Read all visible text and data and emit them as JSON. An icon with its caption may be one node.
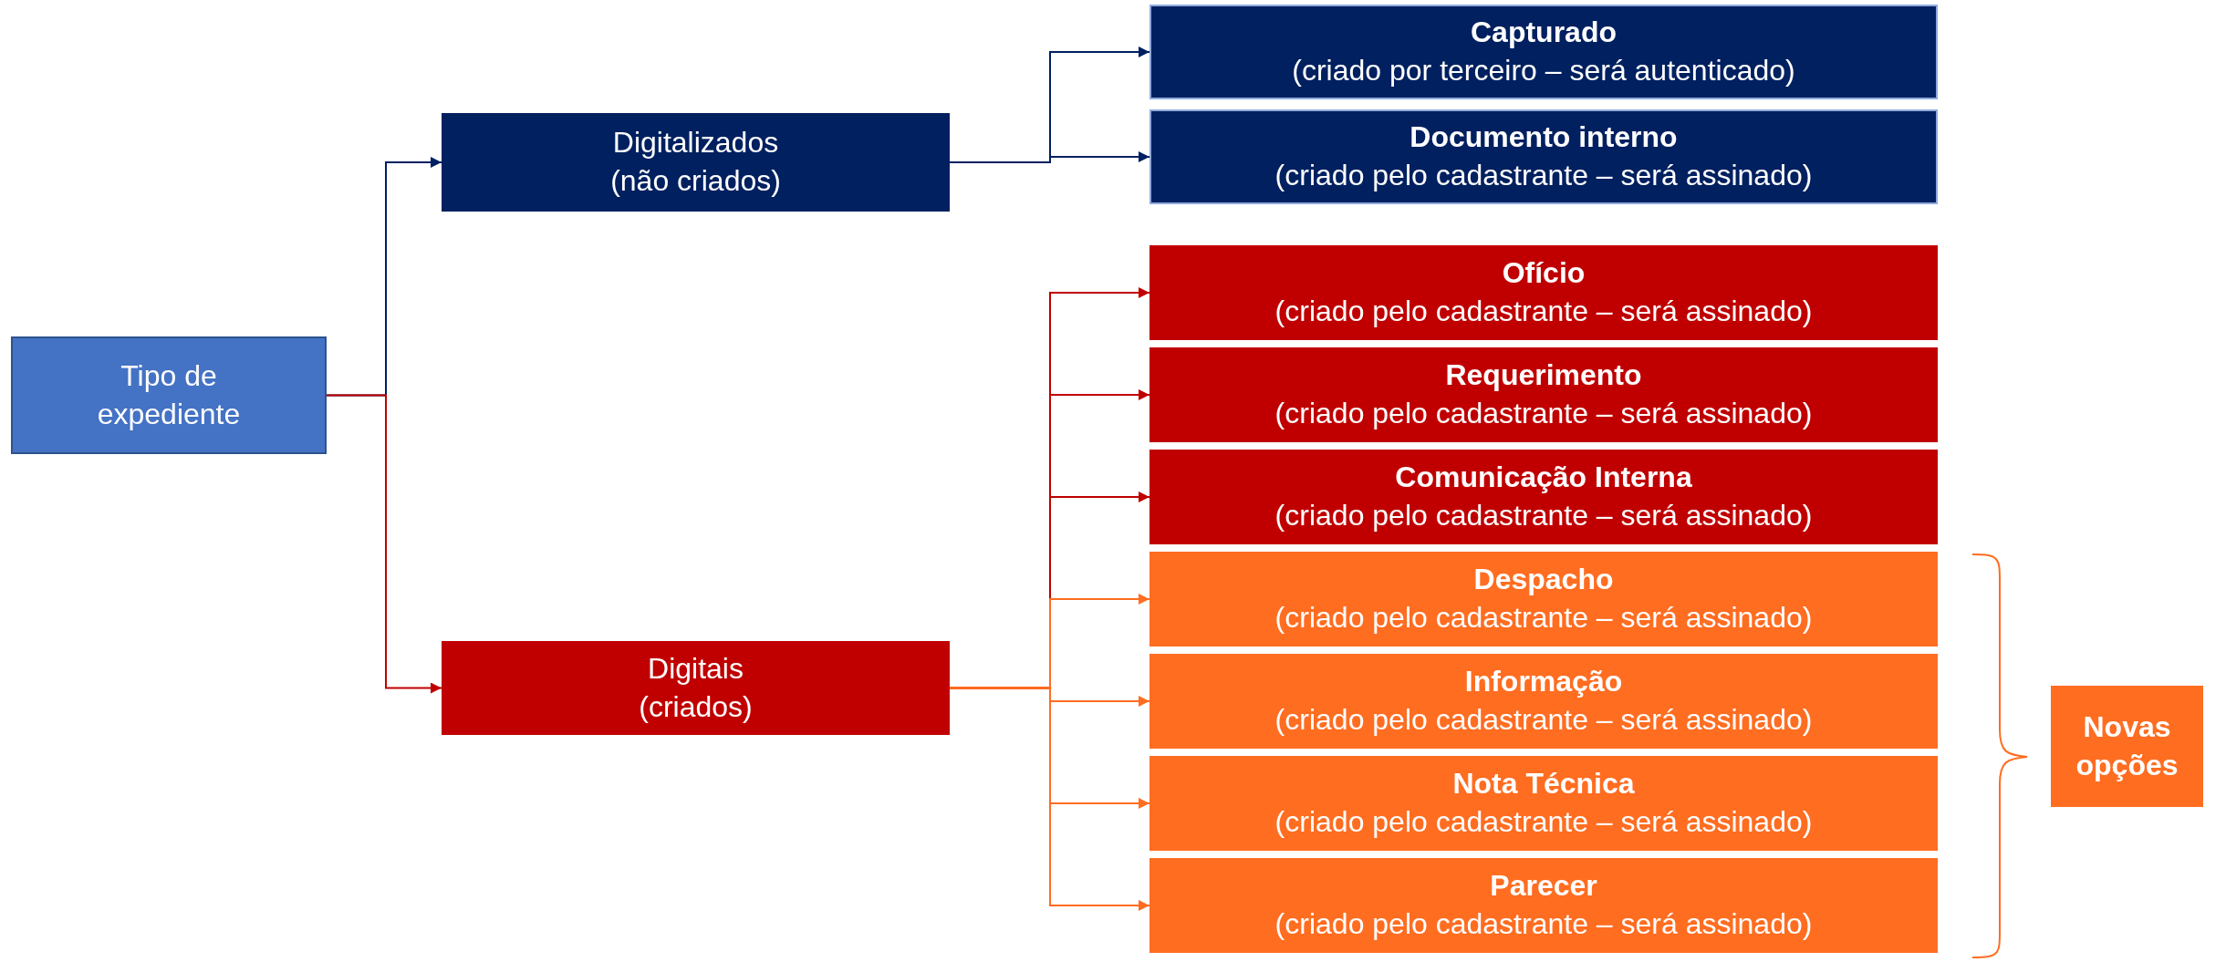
{
  "diagram": {
    "nodes": [
      {
        "text": [
          "Tipo de expediente"
        ]
      },
      {
        "text": [
          "Digitalizados",
          "(não criados)"
        ]
      },
      {
        "text": [
          "Digitais",
          "(criados)"
        ]
      },
      {
        "text": [
          "Capturado",
          "(criado por terceiro – será autenticado)"
        ]
      },
      {
        "text": [
          "Documento interno",
          "(criado pelo cadastrante – será assinado)"
        ]
      },
      {
        "text": [
          "Ofício",
          "(criado pelo cadastrante – será assinado)"
        ]
      },
      {
        "text": [
          "Requerimento",
          "(criado pelo cadastrante – será assinado)"
        ]
      },
      {
        "text": [
          "Comunicação Interna",
          "(criado pelo cadastrante – será assinado)"
        ]
      },
      {
        "text": [
          "Despacho",
          "(criado pelo cadastrante – será assinado)"
        ]
      },
      {
        "text": [
          "Informação",
          "(criado pelo cadastrante – será assinado)"
        ]
      },
      {
        "text": [
          "Nota Técnica",
          "(criado pelo cadastrante – será assinado)"
        ]
      },
      {
        "text": [
          "Parecer",
          "(criado pelo cadastrante – será assinado)"
        ]
      },
      {
        "text": [
          "Novas opções"
        ]
      }
    ],
    "edges": [
      {
        "from": 0,
        "to": 1,
        "arrow": "to",
        "color": "#002060"
      },
      {
        "from": 0,
        "to": 2,
        "arrow": "to",
        "color": "#c00000"
      },
      {
        "from": 1,
        "to": 3,
        "arrow": "to",
        "color": "#002060"
      },
      {
        "from": 1,
        "to": 4,
        "arrow": "to",
        "color": "#002060"
      },
      {
        "from": 2,
        "to": 5,
        "arrow": "to",
        "color": "#c00000"
      },
      {
        "from": 2,
        "to": 6,
        "arrow": "to",
        "color": "#c00000"
      },
      {
        "from": 2,
        "to": 7,
        "arrow": "to",
        "color": "#c00000"
      },
      {
        "from": 2,
        "to": 8,
        "arrow": "to",
        "color": "#ff6d21"
      },
      {
        "from": 2,
        "to": 9,
        "arrow": "to",
        "color": "#ff6d21"
      },
      {
        "from": 2,
        "to": 10,
        "arrow": "to",
        "color": "#ff6d21"
      },
      {
        "from": 2,
        "to": 11,
        "arrow": "to",
        "color": "#ff6d21"
      }
    ]
  }
}
